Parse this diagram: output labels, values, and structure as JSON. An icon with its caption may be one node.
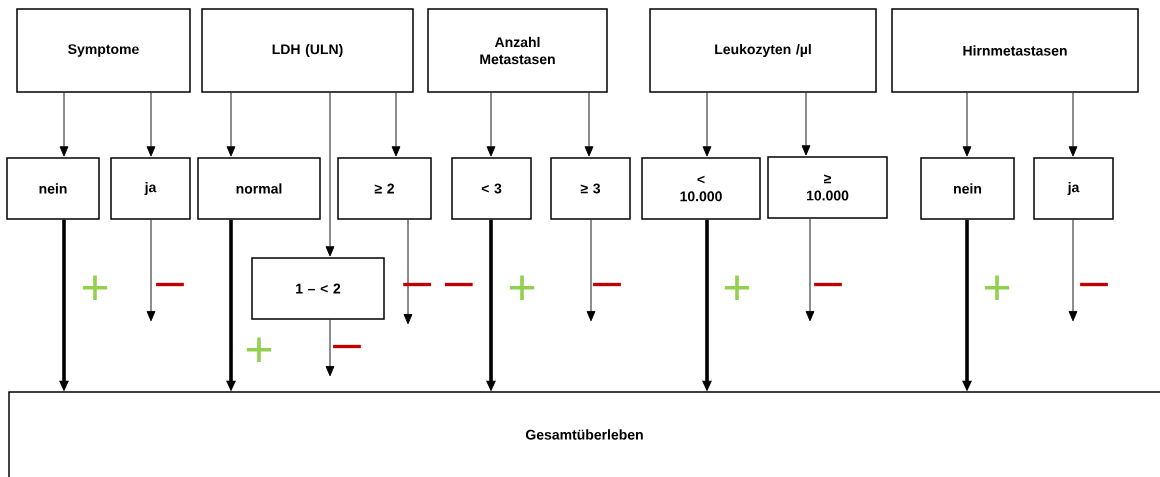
{
  "diagram": {
    "nodes": [
      {
        "text": [
          "Symptome"
        ]
      },
      {
        "text": [
          "LDH (ULN)"
        ]
      },
      {
        "text": [
          "Anzahl Metastasen"
        ]
      },
      {
        "text": [
          "Leukozyten /µl"
        ]
      },
      {
        "text": [
          "Hirnmetastasen"
        ]
      },
      {
        "text": [
          "nein"
        ]
      },
      {
        "text": [
          "ja"
        ]
      },
      {
        "text": [
          "normal"
        ]
      },
      {
        "text": [
          "≥ 2"
        ]
      },
      {
        "text": [
          "1 – < 2"
        ]
      },
      {
        "text": [
          "< 3"
        ]
      },
      {
        "text": [
          "≥ 3"
        ]
      },
      {
        "text": [
          "< 10.000"
        ]
      },
      {
        "text": [
          "≥ 10.000"
        ]
      },
      {
        "text": [
          "nein"
        ]
      },
      {
        "text": [
          "ja"
        ]
      },
      {
        "text": [
          "Gesamtüberleben"
        ]
      }
    ],
    "edges": [
      {
        "from": 0,
        "to": 5,
        "arrow": "to"
      },
      {
        "from": 0,
        "to": 6,
        "arrow": "to"
      },
      {
        "from": 1,
        "to": 7,
        "arrow": "to"
      },
      {
        "from": 1,
        "to": 9,
        "arrow": "to"
      },
      {
        "from": 1,
        "to": 8,
        "arrow": "to"
      },
      {
        "from": 2,
        "to": 10,
        "arrow": "to"
      },
      {
        "from": 2,
        "to": 11,
        "arrow": "to"
      },
      {
        "from": 3,
        "to": 12,
        "arrow": "to"
      },
      {
        "from": 3,
        "to": 13,
        "arrow": "to"
      },
      {
        "from": 4,
        "to": 14,
        "arrow": "to"
      },
      {
        "from": 4,
        "to": 15,
        "arrow": "to"
      },
      {
        "from": 5,
        "to": 16,
        "arrow": "to",
        "label": "+",
        "style": "thick"
      },
      {
        "from": 6,
        "to": null,
        "arrow": "to",
        "label": "–"
      },
      {
        "from": 7,
        "to": 16,
        "arrow": "to",
        "label": "+",
        "style": "thick"
      },
      {
        "from": 9,
        "to": null,
        "arrow": "to",
        "label": "–"
      },
      {
        "from": 8,
        "to": null,
        "arrow": "to",
        "label": "– –"
      },
      {
        "from": 10,
        "to": 16,
        "arrow": "to",
        "label": "+",
        "style": "thick"
      },
      {
        "from": 11,
        "to": null,
        "arrow": "to",
        "label": "–"
      },
      {
        "from": 12,
        "to": 16,
        "arrow": "to",
        "label": "+",
        "style": "thick"
      },
      {
        "from": 13,
        "to": null,
        "arrow": "to",
        "label": "–"
      },
      {
        "from": 14,
        "to": 16,
        "arrow": "to",
        "label": "+",
        "style": "thick"
      },
      {
        "from": 15,
        "to": null,
        "arrow": "to",
        "label": "–"
      }
    ]
  }
}
